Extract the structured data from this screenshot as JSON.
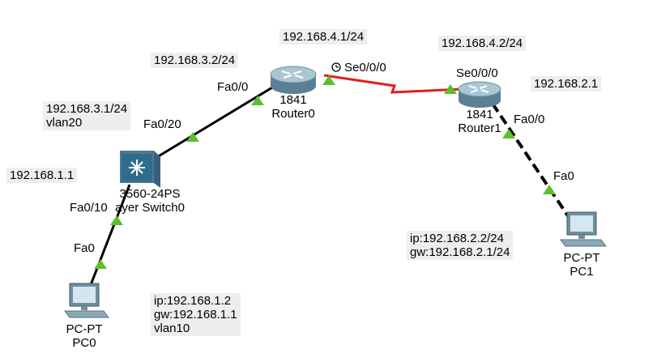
{
  "notes": {
    "r0_net_top": "192.168.4.1/24",
    "r1_net_top": "192.168.4.2/24",
    "r0_net_left": "192.168.3.2/24",
    "r1_lan": "192.168.2.1",
    "switch_svi": [
      "192.168.3.1/24",
      "vlan20"
    ],
    "switch_lan": "192.168.1.1",
    "pc1_info": [
      "ip:192.168.2.2/24",
      "gw:192.168.2.1/24"
    ],
    "pc0_info": [
      "ip:192.168.1.2",
      "gw:192.168.1.1",
      "vlan10"
    ]
  },
  "ports": {
    "r0_fa": "Fa0/0",
    "r0_se": "Se0/0/0",
    "r1_se": "Se0/0/0",
    "r1_fa": "Fa0/0",
    "sw_up": "Fa0/20",
    "sw_down": "Fa0/10",
    "pc0_fa": "Fa0",
    "pc1_fa": "Fa0"
  },
  "devices": {
    "router0": {
      "model": "1841",
      "name": "Router0"
    },
    "router1": {
      "model": "1841",
      "name": "Router1"
    },
    "switch0": {
      "model": "3560-24PS",
      "name": "ayer Switch0"
    },
    "pc0": {
      "model": "PC-PT",
      "name": "PC0"
    },
    "pc1": {
      "model": "PC-PT",
      "name": "PC1"
    }
  },
  "colors": {
    "ethernet": "#000000",
    "serial": "#e0201b",
    "link_up": "#5bbf2e",
    "note_bg": "#eeeeee"
  },
  "icons": {
    "router": "router-icon",
    "switch": "multilayer-switch-icon",
    "pc": "pc-icon",
    "clock": "clock-icon"
  }
}
